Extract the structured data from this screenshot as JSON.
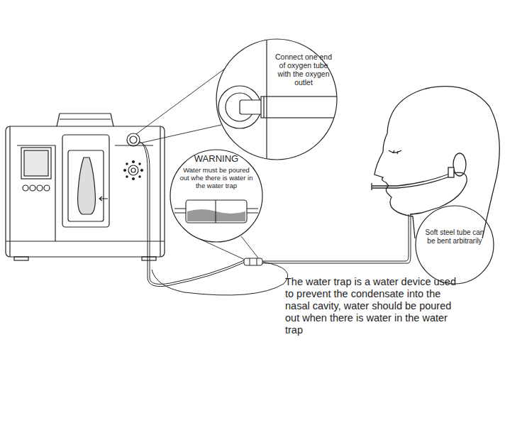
{
  "diagram": {
    "nodes": [
      {
        "text": [
          "Connect one end of oxygen tube with the oxygen outlet"
        ]
      },
      {
        "text": [
          "WARNING",
          "Water must be poured out whe there is water in the water trap"
        ]
      },
      {
        "text": [
          "Soft steel tube can be bent arbitrarily"
        ]
      }
    ],
    "labels": [
      "The water trap is a water device used to prevent the condensate into the nasal cavity, water should be poured out when there is water in the water trap"
    ]
  }
}
